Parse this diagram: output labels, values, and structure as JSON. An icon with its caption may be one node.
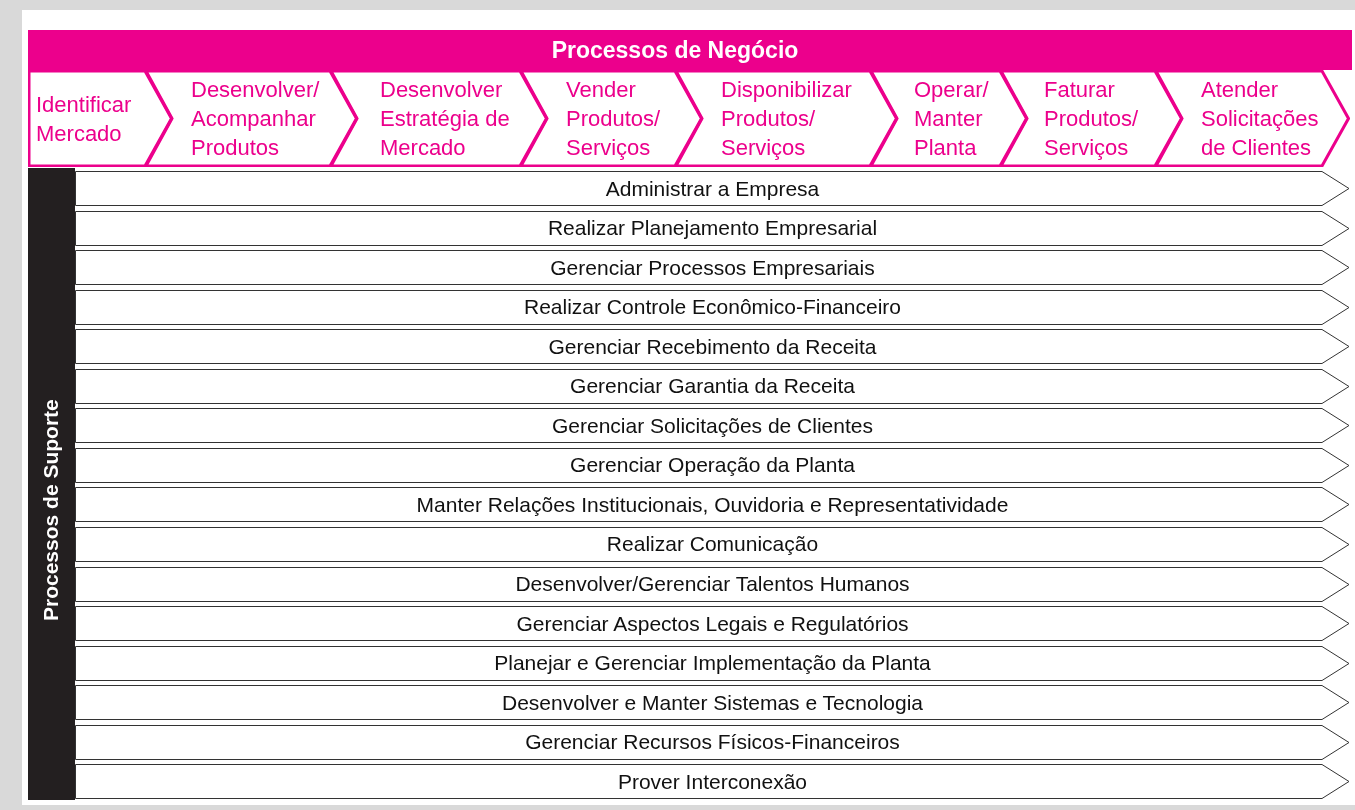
{
  "diagram": {
    "nodes": [
      {
        "text": [
          "Processos de Negócio"
        ]
      },
      {
        "text": [
          "Identificar Mercado"
        ],
        "in": 0
      },
      {
        "text": [
          "Desenvolver/ Acompanhar Produtos"
        ],
        "in": 0
      },
      {
        "text": [
          "Desenvolver Estratégia de Mercado"
        ],
        "in": 0
      },
      {
        "text": [
          "Vender Produtos/ Serviços"
        ],
        "in": 0
      },
      {
        "text": [
          "Disponibilizar Produtos/ Serviços"
        ],
        "in": 0
      },
      {
        "text": [
          "Operar/ Manter Planta"
        ],
        "in": 0
      },
      {
        "text": [
          "Faturar Produtos/ Serviços"
        ],
        "in": 0
      },
      {
        "text": [
          "Atender Solicitações de Clientes"
        ],
        "in": 0
      },
      {
        "text": [
          "Processos de Suporte"
        ]
      },
      {
        "text": [
          "Administrar a Empresa"
        ]
      },
      {
        "text": [
          "Realizar Planejamento Empresarial"
        ]
      },
      {
        "text": [
          "Gerenciar Processos Empresariais"
        ]
      },
      {
        "text": [
          "Realizar Controle Econômico-Financeiro"
        ]
      },
      {
        "text": [
          "Gerenciar Recebimento da Receita"
        ]
      },
      {
        "text": [
          "Gerenciar Garantia da Receita"
        ]
      },
      {
        "text": [
          "Gerenciar Solicitações de Clientes"
        ]
      },
      {
        "text": [
          "Gerenciar Operação da Planta"
        ]
      },
      {
        "text": [
          "Manter Relações Institucionais, Ouvidoria e Representatividade"
        ]
      },
      {
        "text": [
          "Realizar Comunicação"
        ]
      },
      {
        "text": [
          "Desenvolver/Gerenciar Talentos Humanos"
        ]
      },
      {
        "text": [
          "Gerenciar Aspectos Legais e Regulatórios"
        ]
      },
      {
        "text": [
          "Planejar e Gerenciar Implementação da Planta"
        ]
      },
      {
        "text": [
          "Desenvolver e Manter Sistemas e Tecnologia"
        ]
      },
      {
        "text": [
          "Gerenciar Recursos Físicos-Financeiros"
        ]
      },
      {
        "text": [
          "Prover Interconexão"
        ]
      }
    ],
    "edges": []
  }
}
